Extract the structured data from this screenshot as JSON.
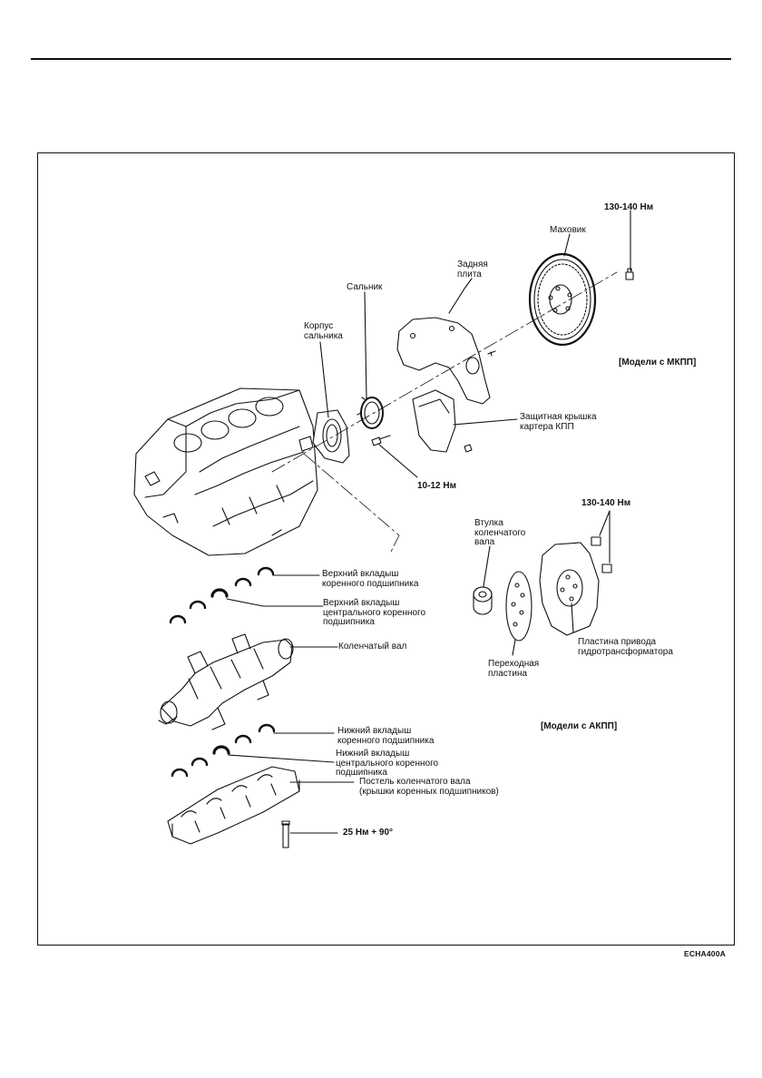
{
  "figure_code": "ECHA400A",
  "labels": {
    "torque_flywheel": "130-140 Нм",
    "flywheel": "Маховик",
    "rear_plate": "Задняя\nплита",
    "oil_seal": "Сальник",
    "seal_housing": "Корпус\nсальника",
    "mt_models": "[Модели с МКПП]",
    "cover": "Защитная крышка\nкартера КПП",
    "torque_bolt": "10-12 Нм",
    "torque_driveplate": "130-140 Нм",
    "bushing": "Втулка\nколенчатого\nвала",
    "upper_bearing": "Верхний вкладыш\nкоренного подшипника",
    "upper_center_bearing": "Верхний вкладыш\nцентрального коренного\nподшипника",
    "crankshaft": "Коленчатый вал",
    "adapter_plate": "Переходная\nпластина",
    "drive_plate": "Пластина привода\nгидротрансформатора",
    "at_models": "[Модели с АКПП]",
    "lower_bearing": "Нижний вкладыш\nкоренного подшипника",
    "lower_center_bearing": "Нижний вкладыш\nцентрального коренного\nподшипника",
    "bearing_cap": "Постель коленчатого вала\n(крышки коренных подшипников)",
    "torque_capbolt": "25 Нм + 90°"
  }
}
